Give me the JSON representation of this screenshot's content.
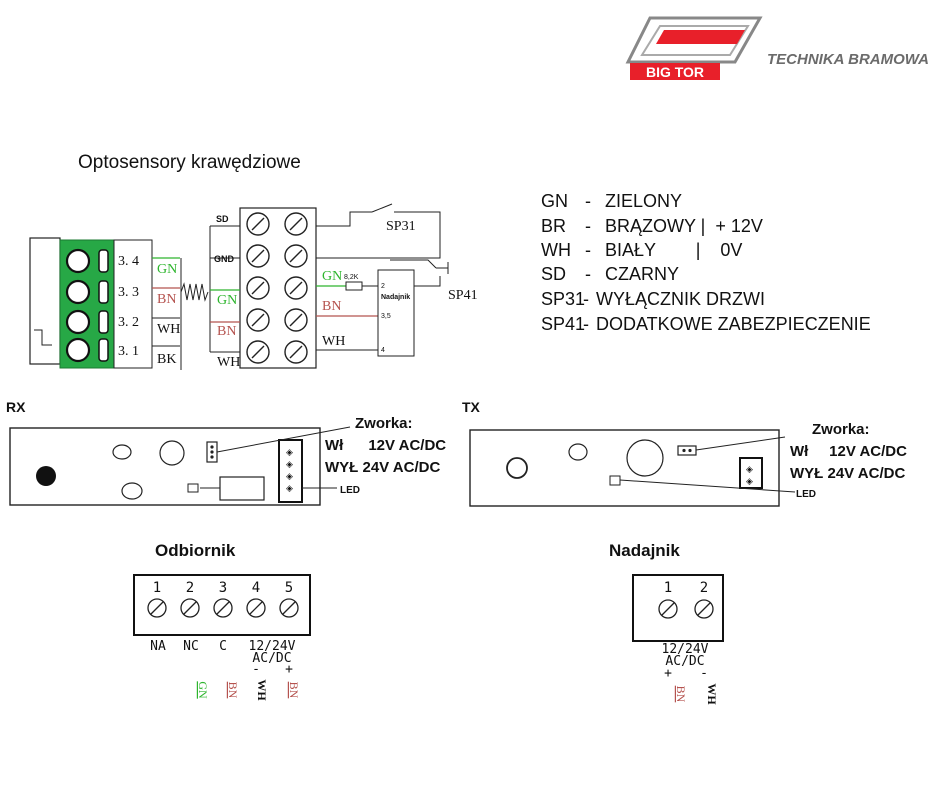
{
  "logo": {
    "brand": "BIG TOR",
    "tagline": "TECHNIKA BRAMOWA",
    "colors": {
      "red": "#e8202a",
      "gray": "#6b6b6b"
    }
  },
  "title": "Optosensory krawędziowe",
  "legend": [
    {
      "code": "GN",
      "sep": "-",
      "text": "ZIELONY"
    },
    {
      "code": "BR",
      "sep": "-",
      "text": "BRĄZOWY |  + 12V"
    },
    {
      "code": "WH",
      "sep": "-",
      "text": "BIAŁY        |    0V"
    },
    {
      "code": "SD",
      "sep": "-",
      "text": "CZARNY"
    },
    {
      "code": "SP31",
      "sep": "-",
      "text": "WYŁĄCZNIK DRZWI"
    },
    {
      "code": "SP41",
      "sep": "-",
      "text": "DODATKOWE ZABEZPIECZENIE"
    }
  ],
  "wiring": {
    "terminals": [
      "3. 4",
      "3. 3",
      "3. 2",
      "3. 1"
    ],
    "left_wire_labels": [
      "GN",
      "BN",
      "WH",
      "BK"
    ],
    "block_labels": [
      "SD",
      "GND"
    ],
    "block_wires": [
      "GN",
      "BN",
      "WH"
    ],
    "right_wires": [
      "GN",
      "BN",
      "WH"
    ],
    "resistor": "8,2K",
    "transmitter_box": "Nadajnik",
    "box_pins": [
      "2",
      "3,5",
      "4"
    ],
    "switch_labels": [
      "SP31",
      "SP41"
    ],
    "colors": {
      "green": "#2db52d",
      "brown": "#b5534f",
      "terminal_green": "#27a846"
    }
  },
  "rx": {
    "label": "RX",
    "jumper_title": "Zworka:",
    "jumper_on": "Wł      12V AC/DC",
    "jumper_off": "WYŁ 24V AC/DC",
    "led": "LED"
  },
  "tx": {
    "label": "TX",
    "jumper_title": "Zworka:",
    "jumper_on": "Wł     12V AC/DC",
    "jumper_off": "WYŁ 24V AC/DC",
    "led": "LED"
  },
  "receiver": {
    "title": "Odbiornik",
    "pins": [
      "1",
      "2",
      "3",
      "4",
      "5"
    ],
    "pin_labels": [
      "NA",
      "NC",
      "C",
      "12/24V",
      "AC/DC"
    ],
    "polarity": [
      "-",
      "+"
    ],
    "wires": [
      "GN",
      "BN",
      "WH",
      "BN"
    ]
  },
  "transmitter": {
    "title": "Nadajnik",
    "pins": [
      "1",
      "2"
    ],
    "pin_labels": [
      "12/24V",
      "AC/DC"
    ],
    "polarity": [
      "+",
      "-"
    ],
    "wires": [
      "BN",
      "WH"
    ]
  }
}
